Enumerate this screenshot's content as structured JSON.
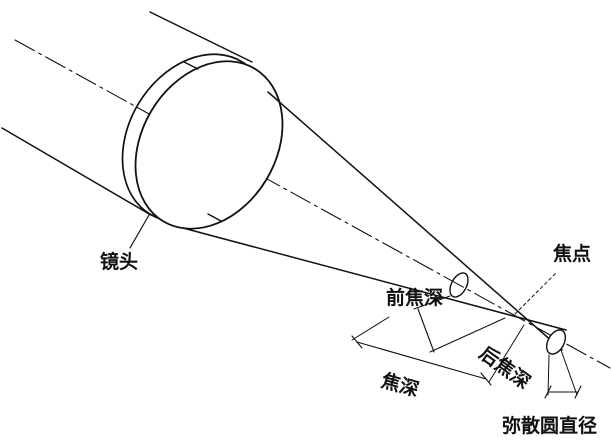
{
  "labels": {
    "lens": "镜头",
    "focal_point": "焦点",
    "front_depth_of_focus": "前焦深",
    "back_depth_of_focus": "后焦深",
    "depth_of_focus": "焦深",
    "circle_of_confusion_diameter": "弥散圆直径"
  },
  "colors": {
    "line": "#111111",
    "background": "#ffffff"
  }
}
